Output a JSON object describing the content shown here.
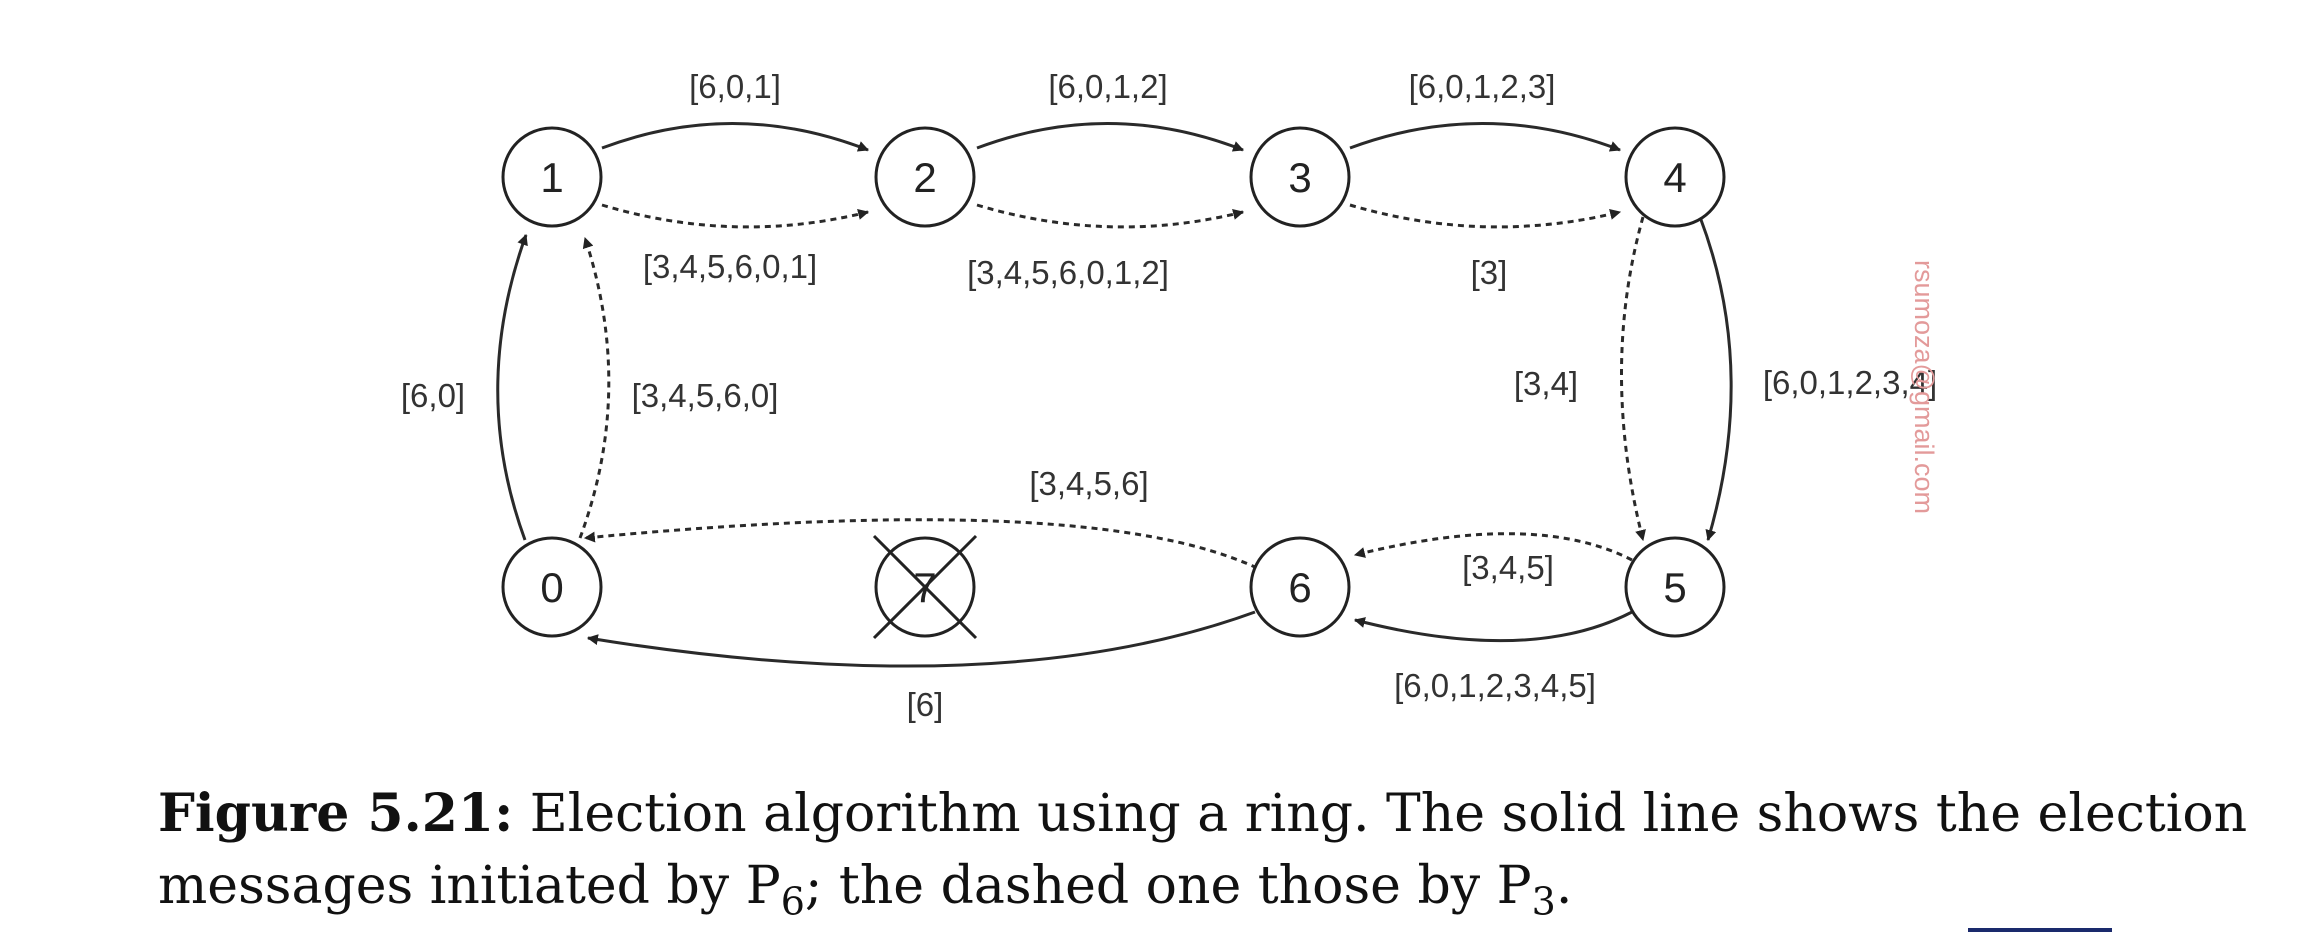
{
  "nodes": [
    {
      "id": "1",
      "label": "1",
      "crossed": false
    },
    {
      "id": "2",
      "label": "2",
      "crossed": false
    },
    {
      "id": "3",
      "label": "3",
      "crossed": false
    },
    {
      "id": "4",
      "label": "4",
      "crossed": false
    },
    {
      "id": "0",
      "label": "0",
      "crossed": false
    },
    {
      "id": "7",
      "label": "7",
      "crossed": true
    },
    {
      "id": "6",
      "label": "6",
      "crossed": false
    },
    {
      "id": "5",
      "label": "5",
      "crossed": false
    }
  ],
  "edges": [
    {
      "from": "1",
      "to": "2",
      "style": "solid",
      "label": "[6,0,1]"
    },
    {
      "from": "2",
      "to": "3",
      "style": "solid",
      "label": "[6,0,1,2]"
    },
    {
      "from": "3",
      "to": "4",
      "style": "solid",
      "label": "[6,0,1,2,3]"
    },
    {
      "from": "1",
      "to": "2",
      "style": "dashed",
      "label": "[3,4,5,6,0,1]"
    },
    {
      "from": "2",
      "to": "3",
      "style": "dashed",
      "label": "[3,4,5,6,0,1,2]"
    },
    {
      "from": "3",
      "to": "4",
      "style": "dashed",
      "label": "[3]"
    },
    {
      "from": "0",
      "to": "1",
      "style": "solid",
      "label": "[6,0]"
    },
    {
      "from": "0",
      "to": "1",
      "style": "dashed",
      "label": "[3,4,5,6,0]"
    },
    {
      "from": "4",
      "to": "5",
      "style": "dashed",
      "label": "[3,4]"
    },
    {
      "from": "4",
      "to": "5",
      "style": "solid",
      "label": "[6,0,1,2,3,4]"
    },
    {
      "from": "6",
      "to": "0",
      "style": "dashed",
      "label": "[3,4,5,6]"
    },
    {
      "from": "5",
      "to": "6",
      "style": "dashed",
      "label": "[3,4,5]"
    },
    {
      "from": "6",
      "to": "0",
      "style": "solid",
      "label": "[6]"
    },
    {
      "from": "5",
      "to": "6",
      "style": "solid",
      "label": "[6,0,1,2,3,4,5]"
    }
  ],
  "watermark": "rsumoza@gmail.com",
  "caption": {
    "label": "Figure 5.21:",
    "line1_text": "Election algorithm using a ring. The solid line shows the election",
    "line2_pre": "messages initiated by P",
    "line2_sub1": "6",
    "line2_mid": "; the dashed one those by P",
    "line2_sub2": "3",
    "line2_end": "."
  },
  "colors": {
    "ink": "#222222",
    "watermark": "#e39a9a",
    "corner_bar": "#1a2a6c"
  }
}
